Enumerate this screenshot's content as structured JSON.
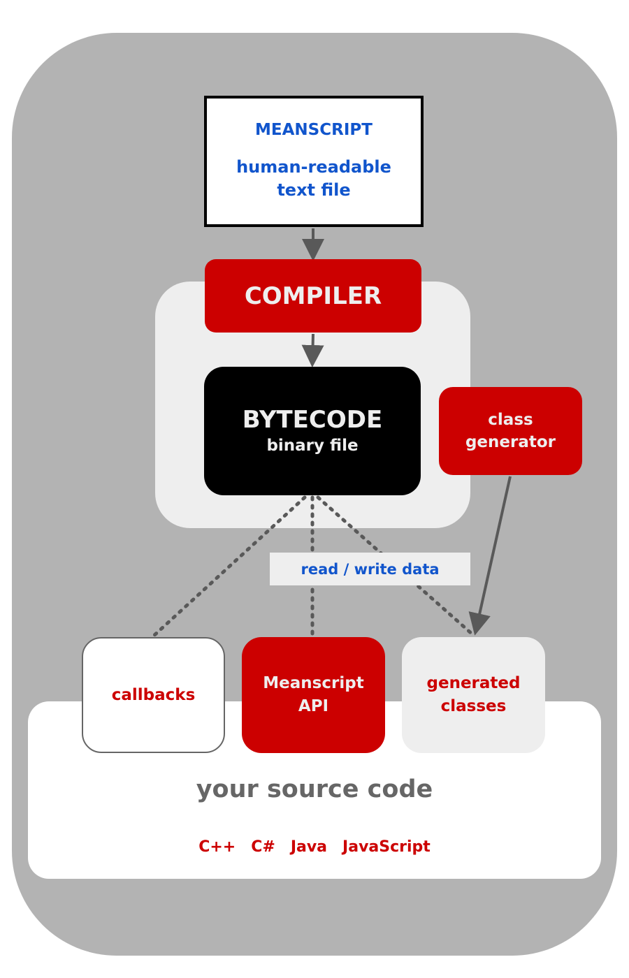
{
  "source_file": {
    "title": "MEANSCRIPT",
    "description_line1": "human-readable",
    "description_line2": "text file"
  },
  "compiler": {
    "label": "COMPILER"
  },
  "bytecode": {
    "title": "BYTECODE",
    "subtitle": "binary file"
  },
  "class_generator": {
    "line1": "class",
    "line2": "generator"
  },
  "data_access": {
    "label": "read / write data"
  },
  "components": {
    "callbacks": {
      "label": "callbacks"
    },
    "api": {
      "line1": "Meanscript",
      "line2": "API"
    },
    "generated_classes": {
      "line1": "generated",
      "line2": "classes"
    }
  },
  "source_code": {
    "title": "your source code",
    "languages": [
      "C++",
      "C#",
      "Java",
      "JavaScript"
    ]
  },
  "colors": {
    "red": "#cc0000",
    "blue": "#1155cc",
    "dark_gray": "#666666",
    "light_gray": "#eeeeee",
    "mid_gray": "#b3b3b3",
    "black": "#000000"
  }
}
